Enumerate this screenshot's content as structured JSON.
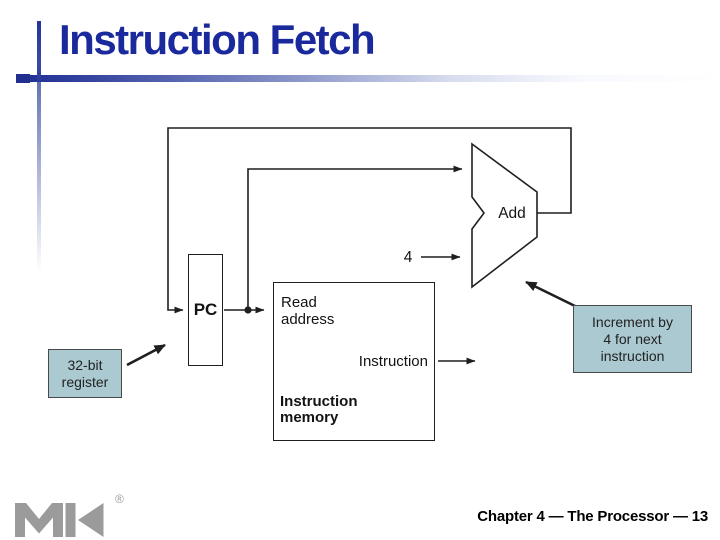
{
  "slide": {
    "title": "Instruction Fetch"
  },
  "theme": {
    "title_color": "#1a2a9c",
    "accent_bar_color": "#233299",
    "line_color": "#1f1f1f",
    "callout_fill": "#aac9d0",
    "callout_border": "#4a4a4a",
    "logo_color": "#9b9b9b",
    "footer_color": "#000000"
  },
  "diagram": {
    "pc_label": "PC",
    "adder_label": "Add",
    "increment_constant": "4",
    "memory": {
      "read_address_label": "Read\naddress",
      "output_label": "Instruction",
      "name": "Instruction\n memory"
    },
    "callouts": {
      "register_text": "32-bit\nregister",
      "increment_text": "Increment by\n4 for next\ninstruction"
    }
  },
  "logo": {
    "registered_mark": "®"
  },
  "footer": {
    "text": "Chapter 4 — The Processor — 13"
  }
}
